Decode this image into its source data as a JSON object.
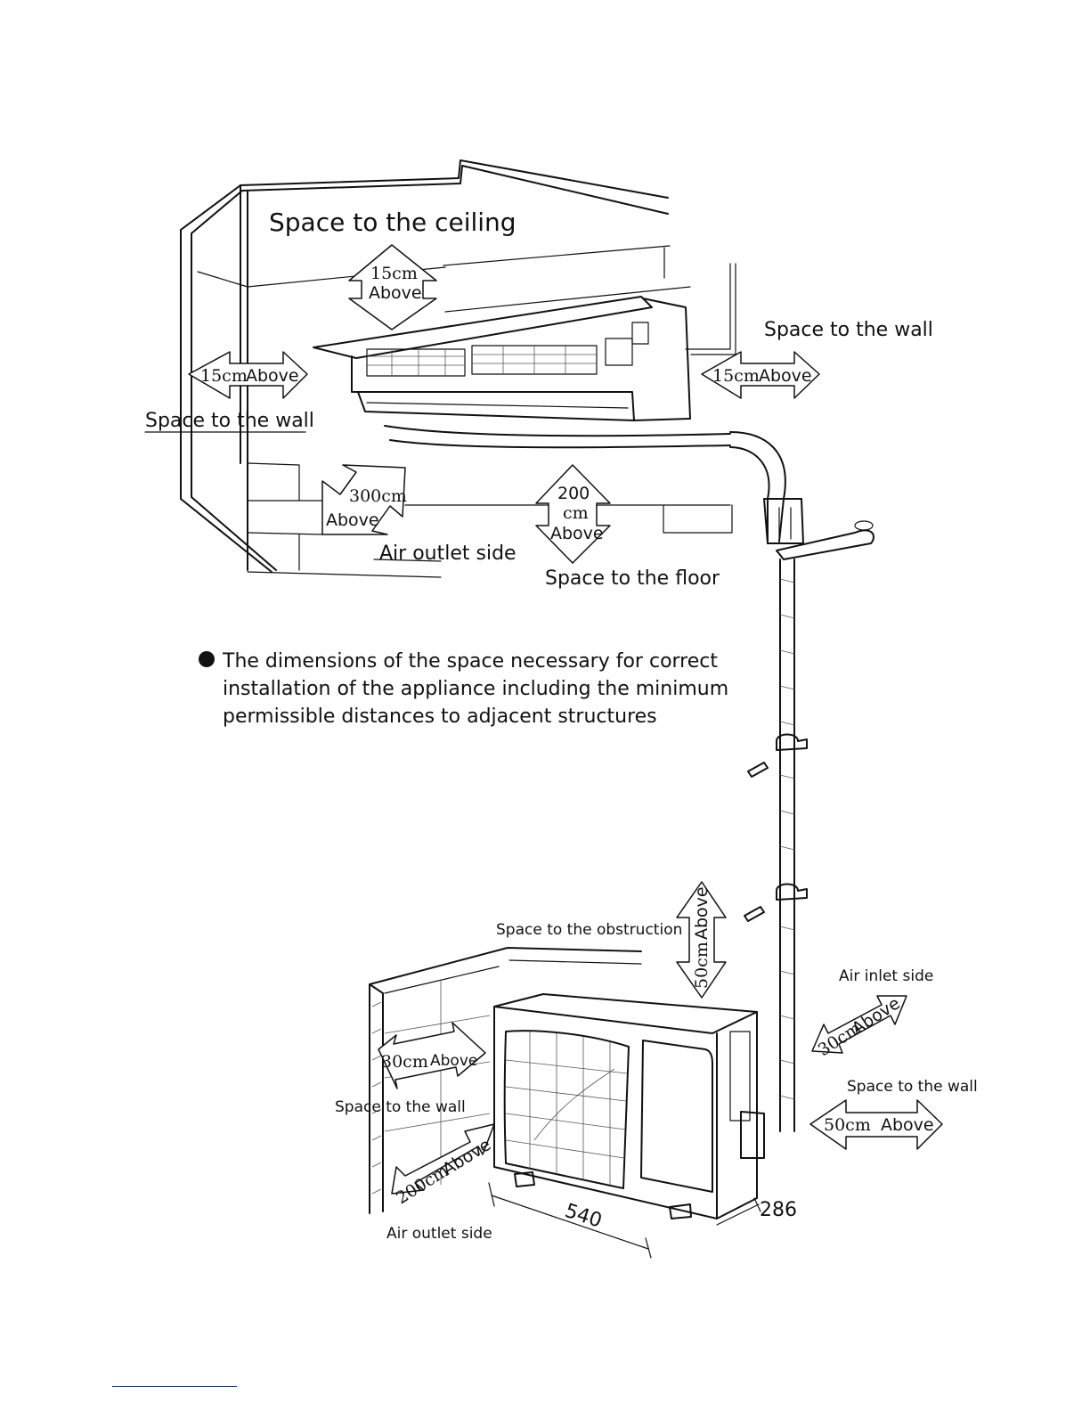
{
  "indoor": {
    "ceiling_label": "Space to the ceiling",
    "ceiling_value": "15cm",
    "ceiling_above": "Above",
    "left_wall_value": "15cm",
    "left_wall_above": "Above",
    "left_wall_label": "Space to the wall",
    "right_wall_label": "Space to the wall",
    "right_wall_value": "15cm",
    "right_wall_above": "Above",
    "outlet_value": "300cm",
    "outlet_above": "Above",
    "outlet_label": "Air outlet side",
    "floor_value_num": "200",
    "floor_value_unit": "cm",
    "floor_above": "Above",
    "floor_label": "Space to the floor"
  },
  "note": {
    "bullet_line_1": "The dimensions of the space necessary for correct",
    "bullet_line_2": "installation of the appliance including the minimum",
    "bullet_line_3": "permissible distances to adjacent structures"
  },
  "outdoor": {
    "obstruction_label": "Space to the obstruction",
    "obstruction_value": "50cm",
    "obstruction_above": "Above",
    "inlet_label": "Air inlet side",
    "inlet_value": "30cm",
    "inlet_above": "Above",
    "right_wall_label": "Space to the wall",
    "right_wall_value": "50cm",
    "right_wall_above": "Above",
    "left_wall_value": "30cm",
    "left_wall_above": "Above",
    "left_wall_label": "Space to the wall",
    "outlet_value": "200cm",
    "outlet_above": "Above",
    "outlet_label": "Air outlet side",
    "width_dim": "540",
    "depth_dim": "286"
  },
  "colors": {
    "ink": "#111111",
    "footer_link": "#1a3c9c"
  }
}
